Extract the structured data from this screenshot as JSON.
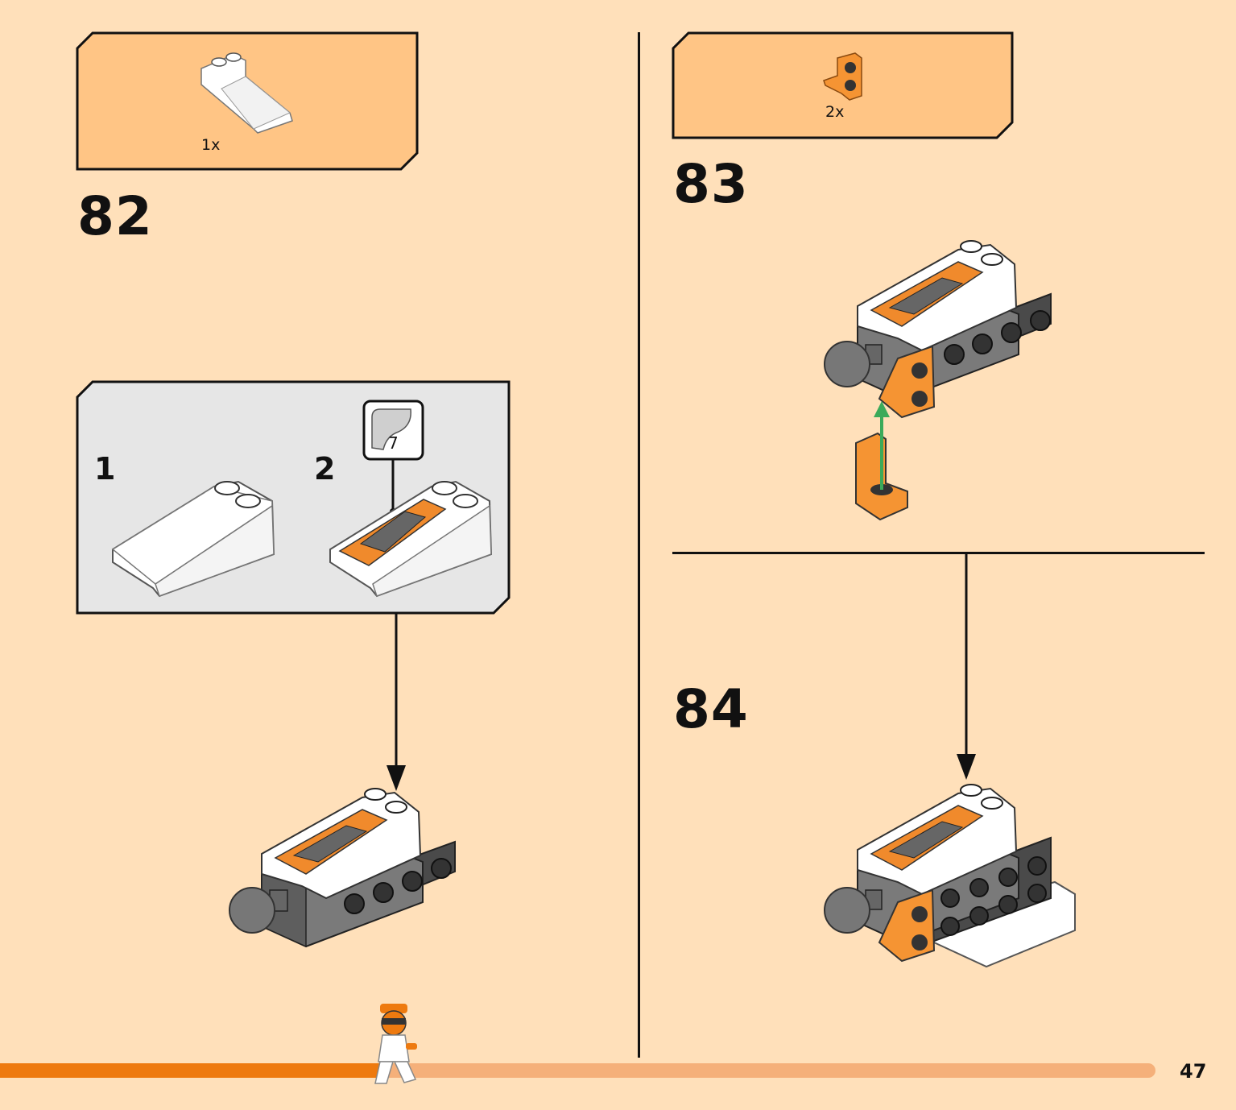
{
  "page": {
    "number": "47",
    "background": "#FFE0BA",
    "progress_fraction": 0.33
  },
  "steps": [
    {
      "number": "82",
      "parts": [
        {
          "quantity": "1x",
          "part": "white-slope-brick-icon"
        }
      ],
      "substeps": [
        {
          "number": "1"
        },
        {
          "number": "2",
          "sticker": {
            "number": "7"
          }
        }
      ]
    },
    {
      "number": "83",
      "parts": [
        {
          "quantity": "2x",
          "part": "orange-bracket-icon"
        }
      ]
    },
    {
      "number": "84"
    }
  ],
  "colors": {
    "parts_box": "#FFC585",
    "substep_box": "#E6E6E6",
    "progress_done": "#EE7A0F",
    "progress_remaining": "#F5B07A",
    "brick_white": "#FFFFFF",
    "brick_dark_gray": "#5B5B5B",
    "brick_orange": "#F59433",
    "arrow_green": "#3BAA5A"
  }
}
